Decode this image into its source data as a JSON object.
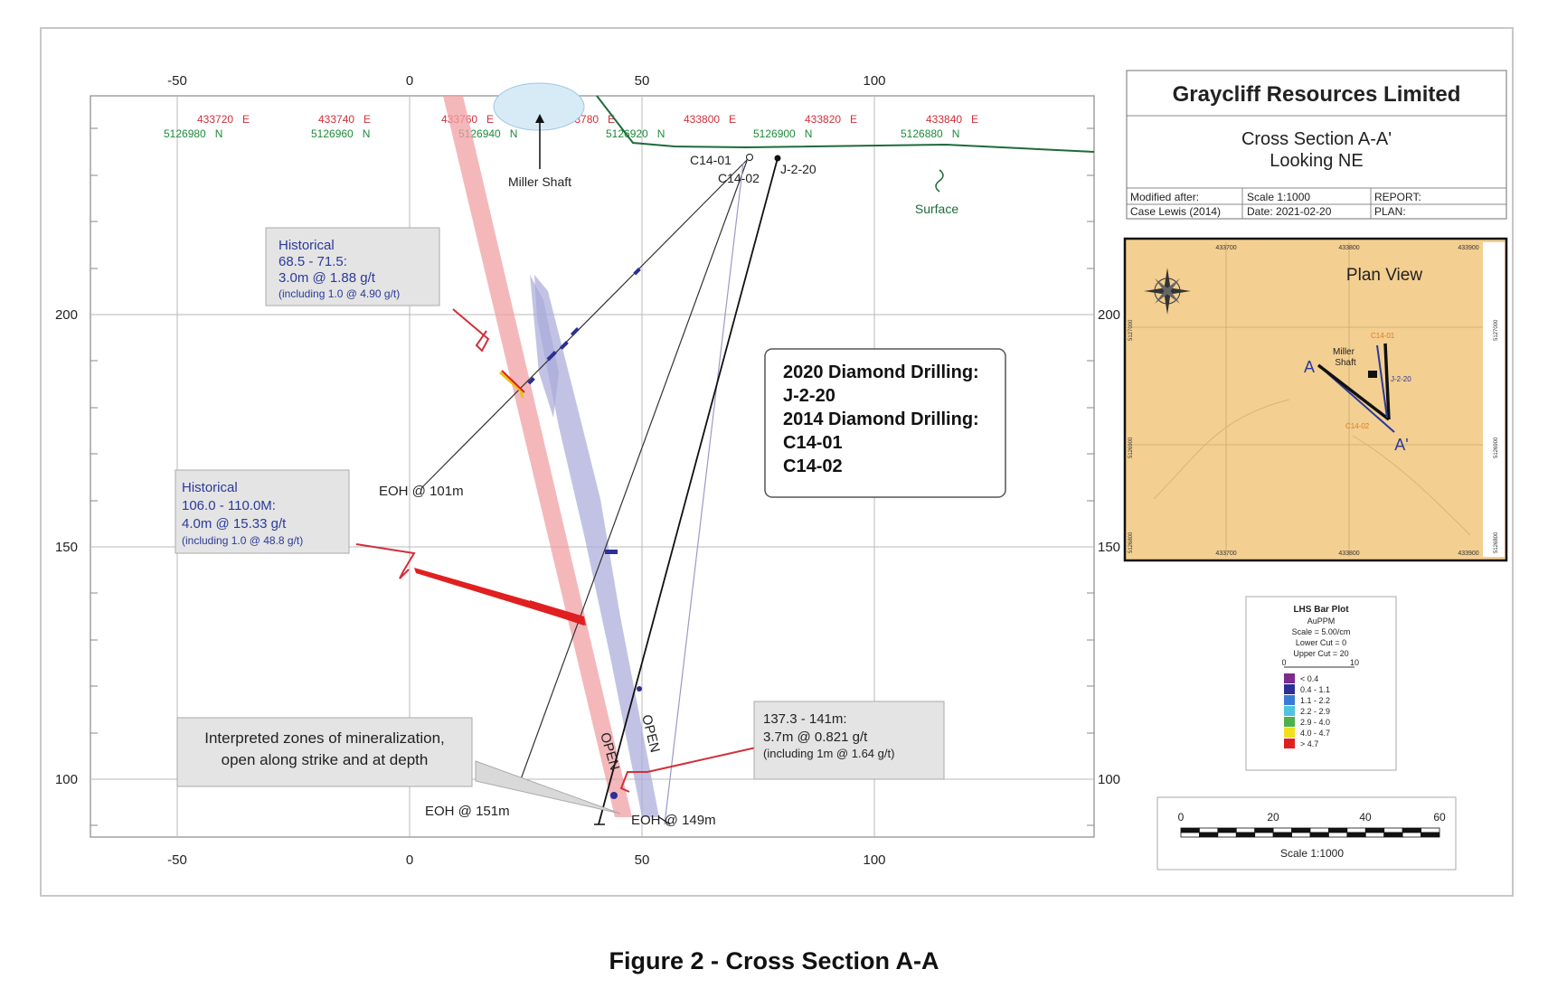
{
  "caption": "Figure 2 - Cross Section A-A",
  "title_block": {
    "company": "Graycliff Resources Limited",
    "section": "Cross Section A-A'",
    "looking": "Looking NE",
    "modified_after": "Modified after:",
    "author": "Case Lewis (2014)",
    "scale": "Scale 1:1000",
    "date": "Date: 2021-02-20",
    "report": "REPORT:",
    "plan": "PLAN:"
  },
  "section": {
    "x_ticks": [
      "-50",
      "0",
      "50",
      "100"
    ],
    "y_ticks": [
      "200",
      "150",
      "100"
    ],
    "easting_labels": [
      "433720",
      "433740",
      "433760",
      "433780",
      "433800",
      "433820",
      "433840"
    ],
    "east_suffix": "E",
    "northing_labels": [
      "5126980",
      "5126960",
      "5126940",
      "5126920",
      "5126900",
      "5126880"
    ],
    "north_suffix": "N",
    "miller_shaft": "Miller Shaft",
    "surface": "Surface",
    "holes": {
      "c1401": "C14-01",
      "c1402": "C14-02",
      "j220": "J-2-20"
    },
    "eoh_101": "EOH @ 101m",
    "eoh_151": "EOH @ 151m",
    "eoh_149": "EOH @ 149m",
    "open": "OPEN"
  },
  "callouts": {
    "hist1": [
      "Historical",
      "68.5 - 71.5:",
      "3.0m @ 1.88 g/t",
      "(including 1.0 @ 4.90 g/t)"
    ],
    "hist2": [
      "Historical",
      "106.0 - 110.0M:",
      "4.0m @ 15.33 g/t",
      "(including 1.0 @ 48.8 g/t)"
    ],
    "new": [
      "137.3 - 141m:",
      "3.7m @ 0.821 g/t",
      "(including 1m @ 1.64 g/t)"
    ],
    "interp": [
      "Interpreted zones of mineralization,",
      "open along strike and at depth"
    ]
  },
  "drilling_box": [
    "2020 Diamond Drilling:",
    "J-2-20",
    "2014 Diamond Drilling:",
    "C14-01",
    "C14-02"
  ],
  "plan_view": {
    "title": "Plan View",
    "a": "A",
    "a_prime": "A'",
    "miller": "Miller",
    "shaft": "Shaft",
    "top_ticks": [
      "433700",
      "433800",
      "433900"
    ],
    "left_ticks": [
      "5127000",
      "5126900",
      "5126800"
    ],
    "right_ticks": [
      "5127000",
      "5126900",
      "5126800"
    ],
    "hole_labels": [
      "C14-01",
      "C14-02",
      "J-2-20"
    ]
  },
  "legend": {
    "title": "LHS Bar Plot",
    "lines": [
      "AuPPM",
      "Scale = 5.00/cm",
      "Lower Cut = 0",
      "Upper Cut = 20"
    ],
    "axis": [
      "0",
      "10"
    ],
    "items": [
      {
        "label": "< 0.4",
        "color": "#7b2c8c"
      },
      {
        "label": "0.4 - 1.1",
        "color": "#2b2f96"
      },
      {
        "label": "1.1 - 2.2",
        "color": "#3a7bd5"
      },
      {
        "label": "2.2 - 2.9",
        "color": "#4fc3e0"
      },
      {
        "label": "2.9 - 4.0",
        "color": "#4fb14a"
      },
      {
        "label": "4.0 - 4.7",
        "color": "#f0e020"
      },
      {
        "label": "> 4.7",
        "color": "#e02020"
      }
    ]
  },
  "scale_bar": {
    "ticks": [
      "0",
      "20",
      "40",
      "60"
    ],
    "label": "Scale 1:1000"
  },
  "colors": {
    "easting": "#d0303a",
    "northing": "#1e8a3a",
    "surface": "#1e6b3a",
    "callout_text": "#2a3a9a",
    "zone_red": "#f0a0a4",
    "zone_blue": "#a8aad8",
    "plan_bg": "#f3cf91"
  }
}
